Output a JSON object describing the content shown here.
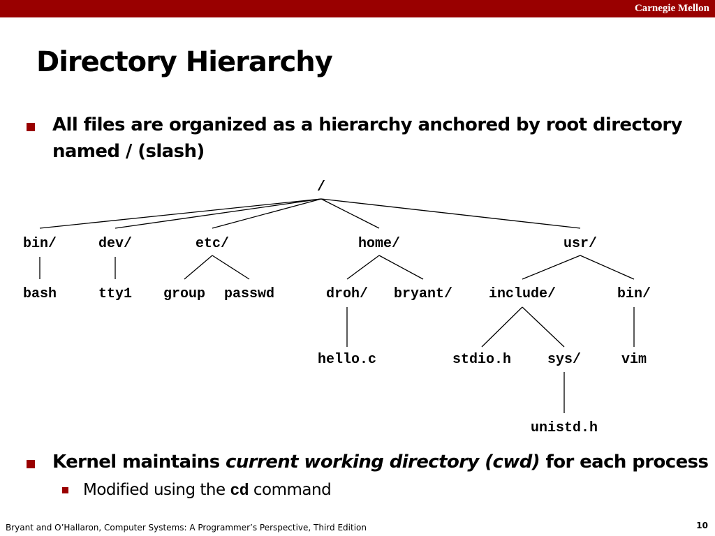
{
  "header": {
    "brand": "Carnegie Mellon"
  },
  "slide": {
    "title": "Directory Hierarchy",
    "bullet1": {
      "text": "All files are organized as a hierarchy anchored by root directory named / (slash)"
    },
    "bullet2": {
      "prefix": "Kernel maintains ",
      "emphasis": "current working directory (cwd)",
      "suffix": " for each process"
    },
    "sub_bullet": {
      "prefix": "Modified using the ",
      "code": "cd",
      "suffix": " command"
    }
  },
  "tree": {
    "root": "/",
    "bin": "bin/",
    "dev": "dev/",
    "etc": "etc/",
    "home": "home/",
    "usr": "usr/",
    "bash": "bash",
    "tty1": "tty1",
    "group": "group",
    "passwd": "passwd",
    "droh": "droh/",
    "bryant": "bryant/",
    "include": "include/",
    "usr_bin": "bin/",
    "hello_c": "hello.c",
    "stdio_h": "stdio.h",
    "sys": "sys/",
    "vim": "vim",
    "unistd_h": "unistd.h"
  },
  "footer": {
    "citation": "Bryant and O’Hallaron, Computer Systems: A Programmer’s Perspective, Third Edition",
    "page_number": "10"
  }
}
